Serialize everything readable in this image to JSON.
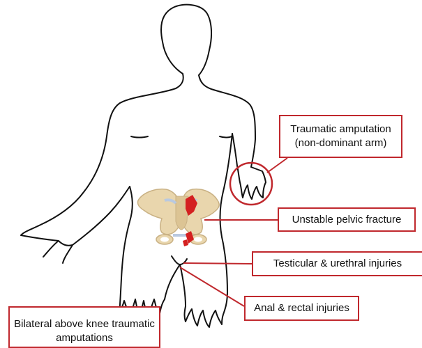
{
  "diagram": {
    "callouts": {
      "arm": "Traumatic amputation (non-dominant arm)",
      "pelvis": "Unstable pelvic fracture",
      "testicular": "Testicular & urethral injuries",
      "anal": "Anal & rectal injuries",
      "knee": "Bilateral above knee traumatic amputations"
    },
    "colors": {
      "accent": "#c0282d",
      "outline": "#111111",
      "bone": "#e9d6ad",
      "bone_shade": "#c9b184",
      "cartilage": "#b9c9e0",
      "fracture": "#d42020"
    }
  }
}
